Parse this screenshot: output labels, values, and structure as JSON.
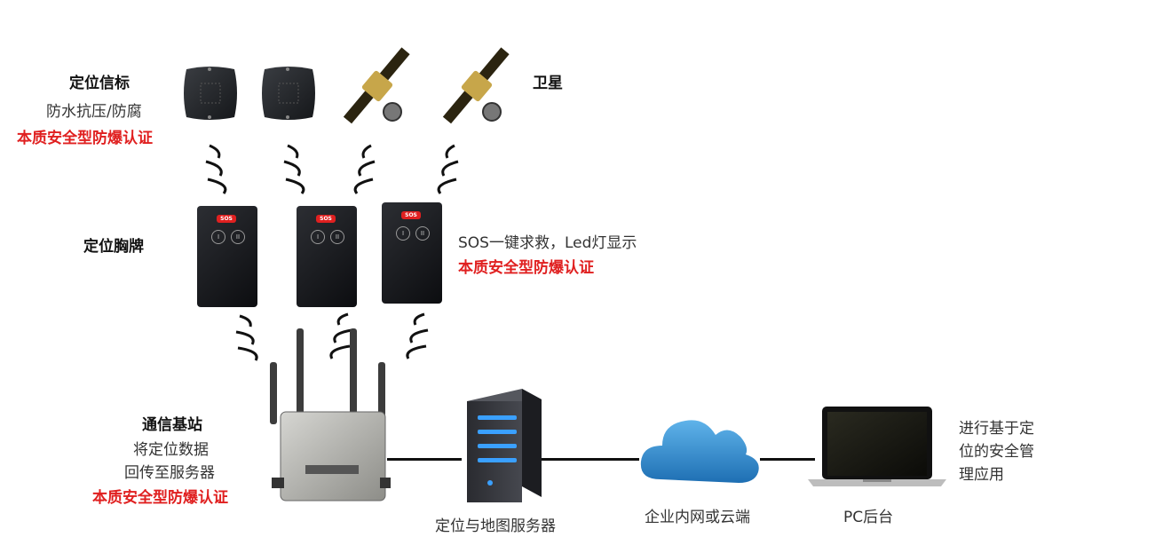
{
  "beacon": {
    "title": "定位信标",
    "line1": "防水抗压/防腐",
    "cert": "本质安全型防爆认证"
  },
  "satellite": {
    "title": "卫星"
  },
  "badge": {
    "title": "定位胸牌",
    "sos_label": "SOS",
    "btn1": "I",
    "btn2": "II",
    "feature": "SOS一键求救，Led灯显示",
    "cert": "本质安全型防爆认证"
  },
  "base_station": {
    "title": "通信基站",
    "line1": "将定位数据",
    "line2": "回传至服务器",
    "cert": "本质安全型防爆认证"
  },
  "server": {
    "label": "定位与地图服务器"
  },
  "cloud": {
    "label": "企业内网或云端"
  },
  "pc": {
    "label": "PC后台"
  },
  "app": {
    "line1": "进行基于定",
    "line2": "位的安全管",
    "line3": "理应用"
  },
  "colors": {
    "cert_red": "#e02020",
    "server_led": "#3aa0ff",
    "cloud_blue": "#2f86c9"
  }
}
